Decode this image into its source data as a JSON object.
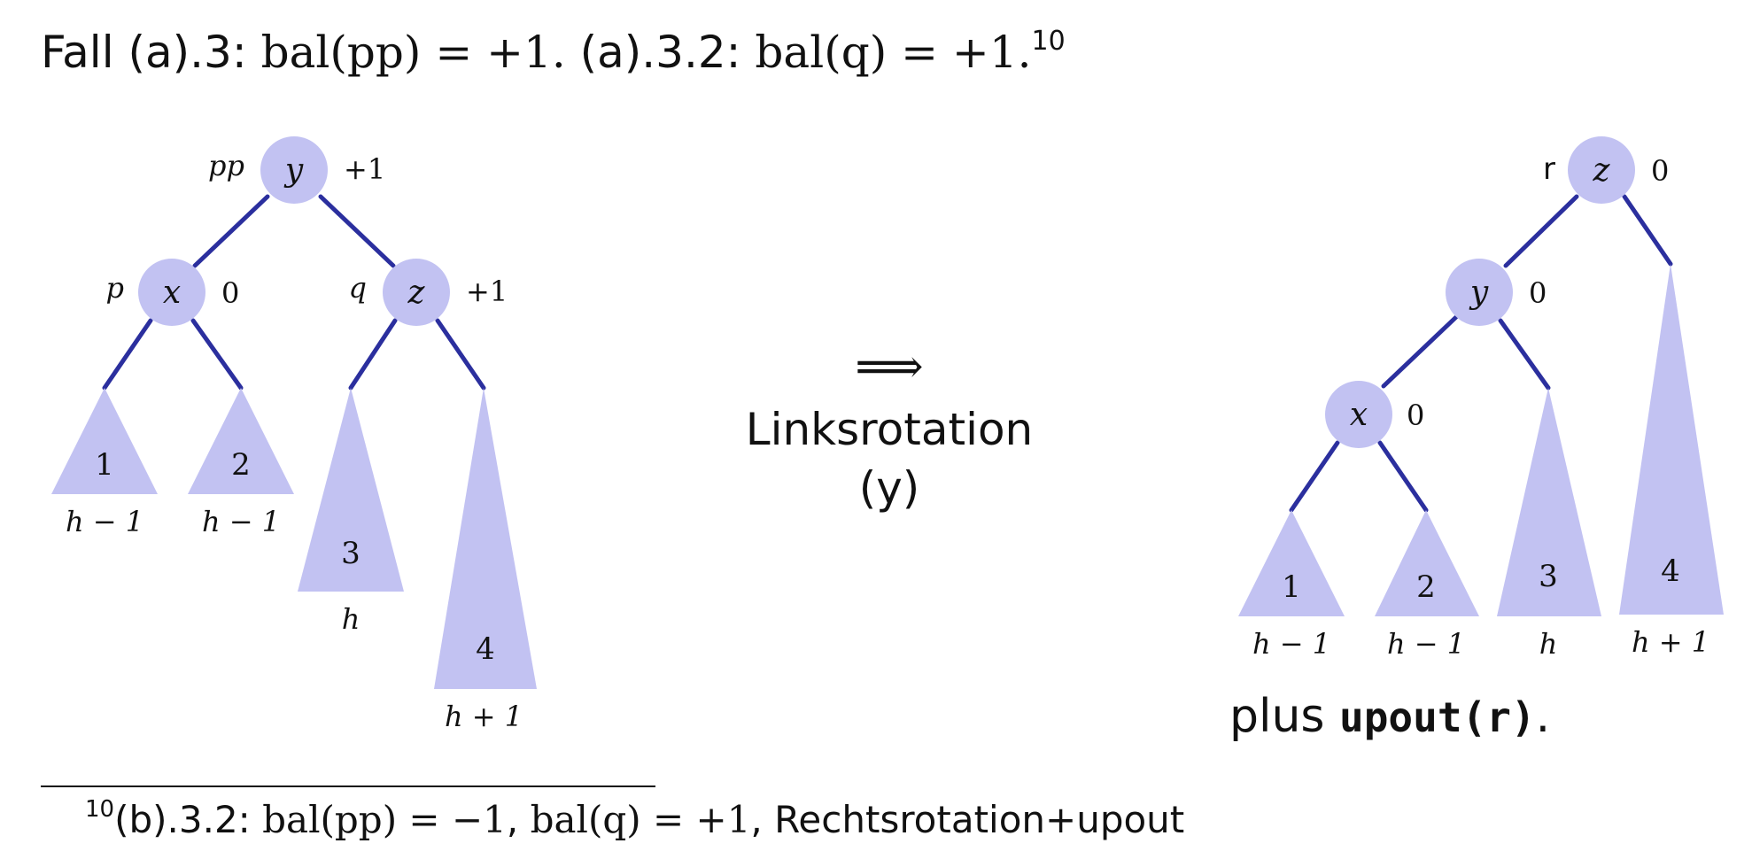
{
  "title": {
    "prefix": "Fall (a).3: ",
    "cond1": "bal(pp) = +1.",
    "mid": " (a).3.2: ",
    "cond2": "bal(q) = +1.",
    "footnote_mark": "10"
  },
  "arrow": {
    "symbol": "⟹",
    "label_line1": "Linksrotation",
    "label_line2": "(y)"
  },
  "left_tree": {
    "nodes": {
      "y": {
        "label": "y",
        "name": "pp",
        "balance": "+1"
      },
      "x": {
        "label": "x",
        "name": "p",
        "balance": "0"
      },
      "z": {
        "label": "z",
        "name": "q",
        "balance": "+1"
      }
    },
    "subtrees": [
      {
        "label": "1",
        "height": "h − 1"
      },
      {
        "label": "2",
        "height": "h − 1"
      },
      {
        "label": "3",
        "height": "h"
      },
      {
        "label": "4",
        "height": "h + 1"
      }
    ]
  },
  "right_tree": {
    "nodes": {
      "z": {
        "label": "z",
        "name": "r",
        "balance": "0"
      },
      "y": {
        "label": "y",
        "balance": "0"
      },
      "x": {
        "label": "x",
        "balance": "0"
      }
    },
    "subtrees": [
      {
        "label": "1",
        "height": "h − 1"
      },
      {
        "label": "2",
        "height": "h − 1"
      },
      {
        "label": "3",
        "height": "h"
      },
      {
        "label": "4",
        "height": "h + 1"
      }
    ]
  },
  "plus_text": {
    "prefix": "plus ",
    "code": "upout(r)",
    "suffix": "."
  },
  "footnote": {
    "mark": "10",
    "case": "(b).3.2: ",
    "cond1": "bal(pp) = −1",
    "sep": ", ",
    "cond2": "bal(q) = +1",
    "action": ", Rechtsrotation+upout"
  },
  "colors": {
    "node_fill": "#c2c2f2",
    "edge": "#2b2f9e",
    "text": "#111111"
  }
}
